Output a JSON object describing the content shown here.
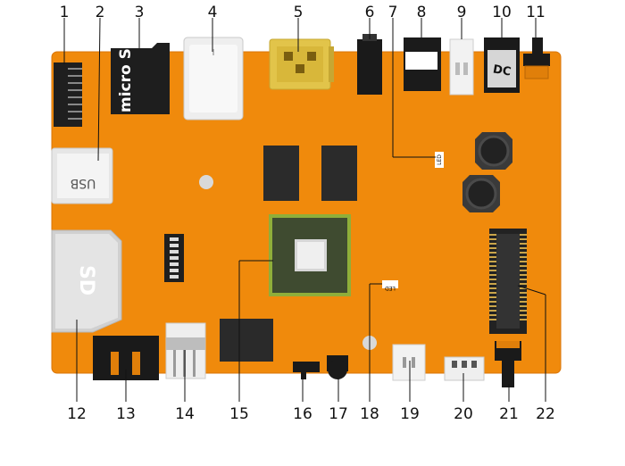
{
  "colors": {
    "board": "#f08a0c",
    "board_edge": "#d9760a",
    "chip": "#2a2a2a",
    "soc_border": "#8fae3a",
    "soc_body": "#3e4a2f",
    "metal": "#d9d9d9",
    "leader": "#111111"
  },
  "callouts": [
    "1",
    "2",
    "3",
    "4",
    "5",
    "6",
    "7",
    "8",
    "9",
    "10",
    "11",
    "12",
    "13",
    "14",
    "15",
    "16",
    "17",
    "18",
    "19",
    "20",
    "21",
    "22"
  ],
  "component_text": {
    "microsd": "micro SD",
    "usb": "USB",
    "dc": "DC",
    "sd": "SD",
    "led_a": "LED",
    "led_b": "LED"
  }
}
